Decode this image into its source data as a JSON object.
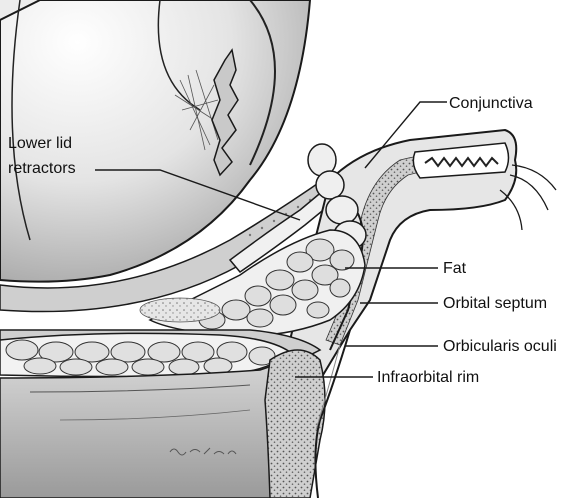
{
  "labels": {
    "lower_lid_line1": "Lower lid",
    "lower_lid_line2": "retractors",
    "conjunctiva": "Conjunctiva",
    "fat": "Fat",
    "orbital_septum": "Orbital septum",
    "orbicularis_oculi": "Orbicularis oculi",
    "infraorbital_rim": "Infraorbital rim"
  },
  "colors": {
    "stroke": "#1a1a1a",
    "tissue_light": "#eeeeee",
    "tissue_mid": "#bdbdbd",
    "tissue_dark": "#8c8c8c",
    "globe_shade": "#d6d6d6"
  }
}
